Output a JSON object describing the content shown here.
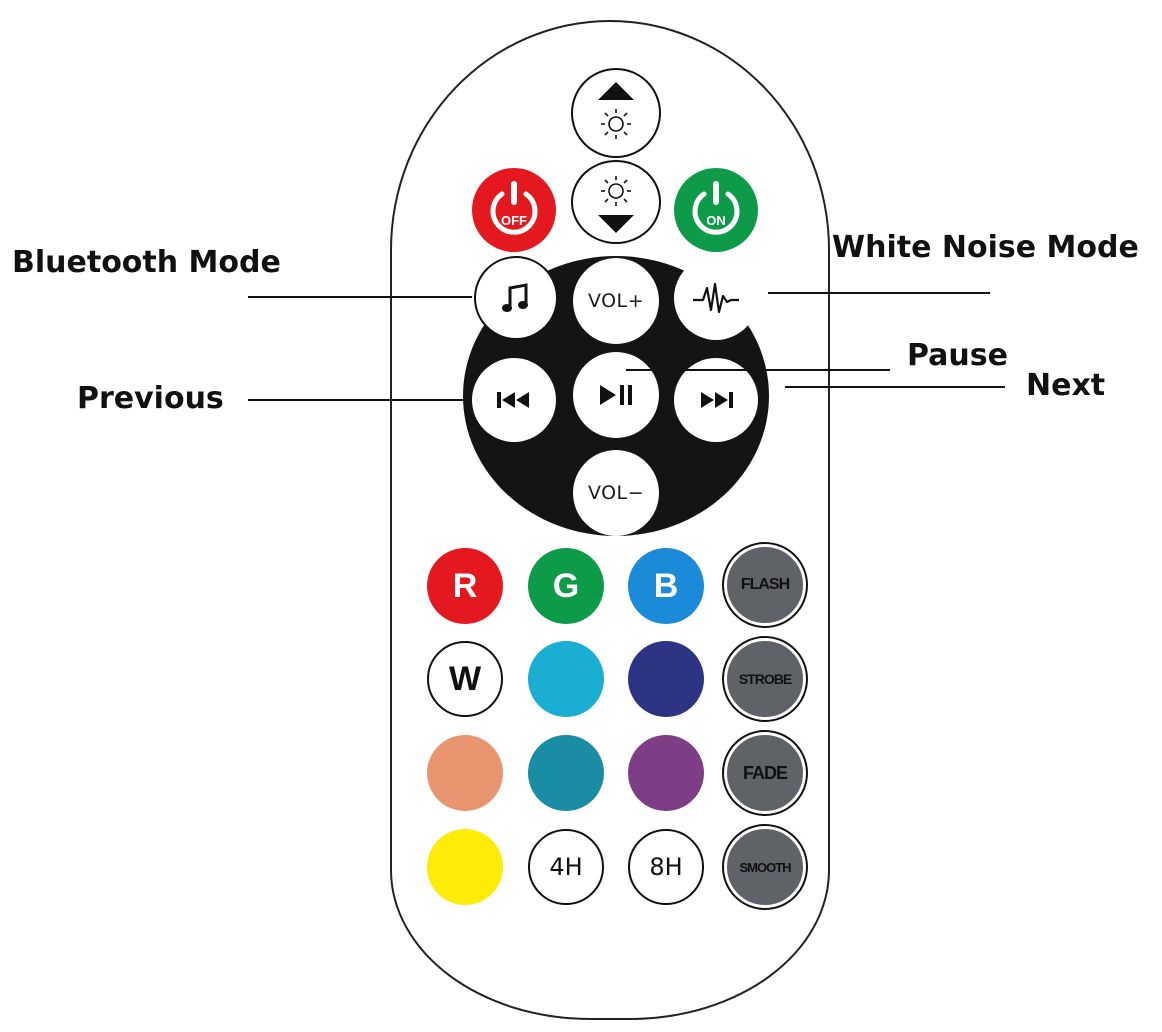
{
  "labels": {
    "bluetooth": "Bluetooth Mode",
    "white_noise": "White Noise Mode",
    "pause": "Pause",
    "next": "Next",
    "previous": "Previous"
  },
  "buttons": {
    "off": "OFF",
    "on": "ON",
    "vol_plus": "VOL+",
    "vol_minus": "VOL−",
    "r": "R",
    "g": "G",
    "b": "B",
    "w": "W",
    "flash": "FLASH",
    "strobe": "STROBE",
    "fade": "FADE",
    "smooth": "SMOOTH",
    "timer_4h": "4H",
    "timer_8h": "8H"
  },
  "colors": {
    "red": "#e3191f",
    "green": "#0e9b49",
    "blue": "#1a8ad9",
    "cyan": "#1aaed3",
    "navy": "#2e3484",
    "orange": "#e99670",
    "teal": "#1a8ca3",
    "purple": "#7e3e85",
    "yellow": "#fcec07",
    "mode_gray": "#5f6266"
  },
  "icons": {
    "brightness_up": "brightness-up-icon",
    "brightness_down": "brightness-down-icon",
    "power_off": "power-off-icon",
    "power_on": "power-on-icon",
    "music_note": "music-note-icon",
    "waveform": "waveform-icon",
    "previous": "previous-icon",
    "play_pause": "play-pause-icon",
    "next": "next-icon"
  }
}
